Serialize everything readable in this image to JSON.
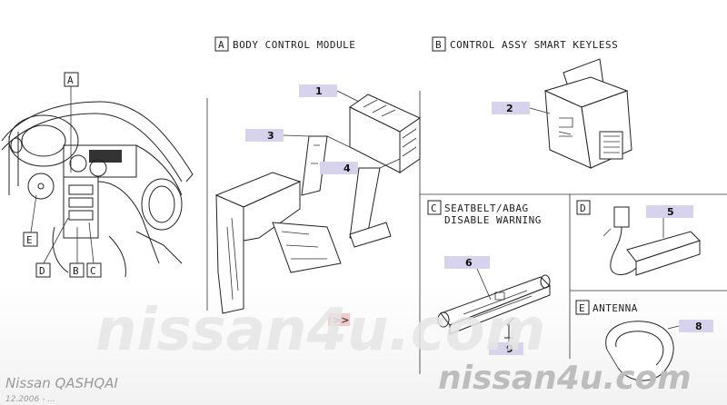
{
  "sections": {
    "A": {
      "letter": "A",
      "title": "BODY CONTROL MODULE"
    },
    "B": {
      "letter": "B",
      "title": "CONTROL ASSY SMART KEYLESS"
    },
    "C": {
      "letter": "C",
      "title_line1": "SEATBELT/ABAG",
      "title_line2": "DISABLE WARNING"
    },
    "D": {
      "letter": "D"
    },
    "E": {
      "letter": "E",
      "title": "ANTENNA"
    }
  },
  "dashboard_callouts": [
    "A",
    "E",
    "D",
    "B",
    "C"
  ],
  "part_numbers": [
    "1",
    "2",
    "3",
    "4",
    "5",
    "6",
    "8",
    "9"
  ],
  "next_page_marker": ">>",
  "watermark": {
    "center": "nissan4u.com",
    "bottom_right": "nissan4u.com"
  },
  "footer": {
    "model": "Nissan QASHQAI",
    "date": "12.2006 - ..."
  },
  "colors": {
    "label_highlight": "#d7d3ec",
    "next_highlight": "#f3caca",
    "watermark": "#e3e3e3",
    "watermark_dark": "#bdbdbd"
  }
}
